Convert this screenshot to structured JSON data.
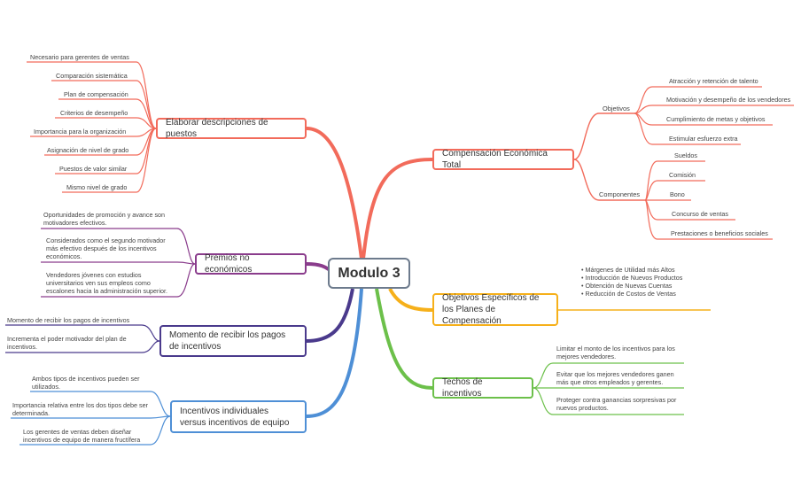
{
  "center": {
    "label": "Modulo 3"
  },
  "colors": {
    "compensacion": "#f26b5b",
    "objetivos_especificos": "#f6b01a",
    "techos": "#6cc04a",
    "incentivos_equipo": "#4e8fd6",
    "momento": "#4a3a8c",
    "premios": "#8a3c8c",
    "descripciones": "#f26b5b",
    "center_border": "#6d7b8d"
  },
  "branches": {
    "compensacion": {
      "label": "Compensación Económica Total",
      "objetivos_label": "Objetivos",
      "objetivos": [
        "Atracción y retención de talento",
        "Motivación y desempeño de los vendedores",
        "Cumplimiento de metas y objetivos",
        "Estimular esfuerzo extra"
      ],
      "componentes_label": "Componentes",
      "componentes": [
        "Sueldos",
        "Comisión",
        "Bono",
        "Concurso de ventas",
        "Prestaciones o beneficios sociales"
      ]
    },
    "objetivos_especificos": {
      "label": "Objetivos Específicos de los Planes de Compensación",
      "text": "• Márgenes de Utilidad más Altos\n• Introducción de Nuevos Productos\n• Obtención de Nuevas Cuentas\n• Reducción de Costos de Ventas"
    },
    "techos": {
      "label": "Techos de incentivos",
      "items": [
        "Limitar el monto de los incentivos para los mejores vendedores.",
        "Evitar que los mejores vendedores ganen más que otros empleados y gerentes.",
        "Proteger contra ganancias sorpresivas por nuevos productos."
      ]
    },
    "descripciones": {
      "label": "Elaborar descripciones de puestos",
      "items": [
        "Necesario para gerentes de ventas",
        "Comparación sistemática",
        "Plan de compensación",
        "Criterios de desempeño",
        "Importancia para la organización",
        "Asignación de nivel de grado",
        "Puestos de valor similar",
        "Mismo nivel de grado"
      ]
    },
    "premios": {
      "label": "Premios no económicos",
      "items": [
        "Oportunidades de promoción y avance son motivadores efectivos.",
        "Considerados como el segundo motivador más efectivo después de los incentivos económicos.",
        "Vendedores jóvenes con estudios universitarios ven sus empleos como escalones hacia la administración superior."
      ]
    },
    "momento": {
      "label": "Momento de recibir los pagos de incentivos",
      "items": [
        "Momento de recibir los pagos de incentivos",
        "Incrementa el poder motivador del plan de incentivos."
      ]
    },
    "incentivos_equipo": {
      "label": "Incentivos individuales versus incentivos de equipo",
      "items": [
        "Ambos tipos de incentivos pueden ser utilizados.",
        "Importancia relativa entre los dos tipos debe ser determinada.",
        "Los gerentes de ventas deben diseñar incentivos de equipo de manera fructífera"
      ]
    }
  }
}
